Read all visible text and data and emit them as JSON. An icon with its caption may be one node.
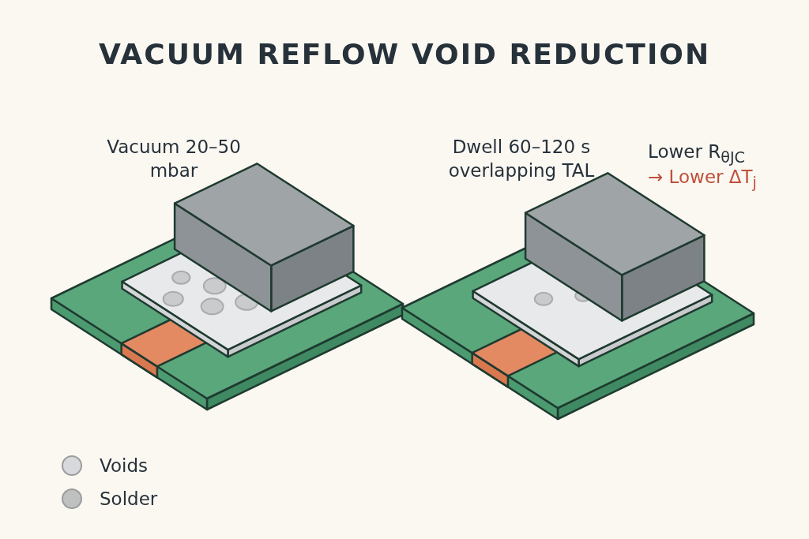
{
  "diagram": {
    "title": "VACUUM REFLOW VOID REDUCTION",
    "labels": [
      "Vacuum 20–50 mbar",
      "Dwell 60–120 s overlapping TAL",
      "Lower R$_{θJC}$",
      "→ Lower ΔT$_{j}$"
    ],
    "legend": [
      {
        "text": "Voids",
        "color": "#d8d9dc"
      },
      {
        "text": "Solder",
        "color": "#bfc1c0"
      }
    ]
  }
}
